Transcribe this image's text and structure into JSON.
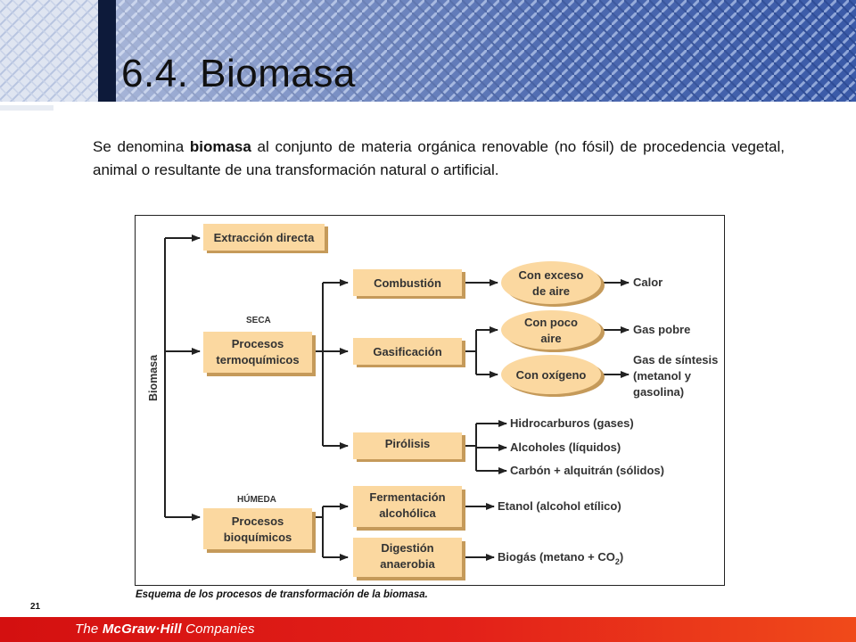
{
  "slide": {
    "title": "6.4. Biomasa",
    "page_number": "21",
    "intro_before": "Se denomina ",
    "intro_bold": "biomasa",
    "intro_after": " al conjunto de materia orgánica renovable (no fósil) de procedencia vegetal, animal o resultante de una transformación natural o artificial.",
    "caption": "Esquema de los procesos de transformación  de la biomasa."
  },
  "footer": {
    "brand_the": "The ",
    "brand_name": "McGraw·Hill",
    "brand_companies": " Companies"
  },
  "diagram": {
    "root": "Biomasa",
    "seca": "SECA",
    "humeda": "HÚMEDA",
    "extraccion": "Extracción directa",
    "termo_l1": "Procesos",
    "termo_l2": "termoquímicos",
    "bio_l1": "Procesos",
    "bio_l2": "bioquímicos",
    "combustion": "Combustión",
    "gasificacion": "Gasificación",
    "pirolisis": "Pirólisis",
    "ferm_l1": "Fermentación",
    "ferm_l2": "alcohólica",
    "dig_l1": "Digestión",
    "dig_l2": "anaerobia",
    "exceso_l1": "Con exceso",
    "exceso_l2": "de aire",
    "poco_l1": "Con poco",
    "poco_l2": "aire",
    "oxigeno": "Con oxígeno",
    "calor": "Calor",
    "gas_pobre": "Gas pobre",
    "sintesis_l1": "Gas de síntesis",
    "sintesis_l2": "(metanol y",
    "sintesis_l3": "gasolina)",
    "hidrocarburos": "Hidrocarburos (gases)",
    "alcoholes": "Alcoholes (líquidos)",
    "carbon": "Carbón + alquitrán (sólidos)",
    "etanol": "Etanol (alcohol etílico)",
    "biogas_main": "Biogás (metano + CO",
    "biogas_sub": "2",
    "biogas_end": ")"
  },
  "colors": {
    "box_fill": "#fbd8a0",
    "box_shadow": "#c59a5a",
    "footer_red": "#e32119"
  }
}
